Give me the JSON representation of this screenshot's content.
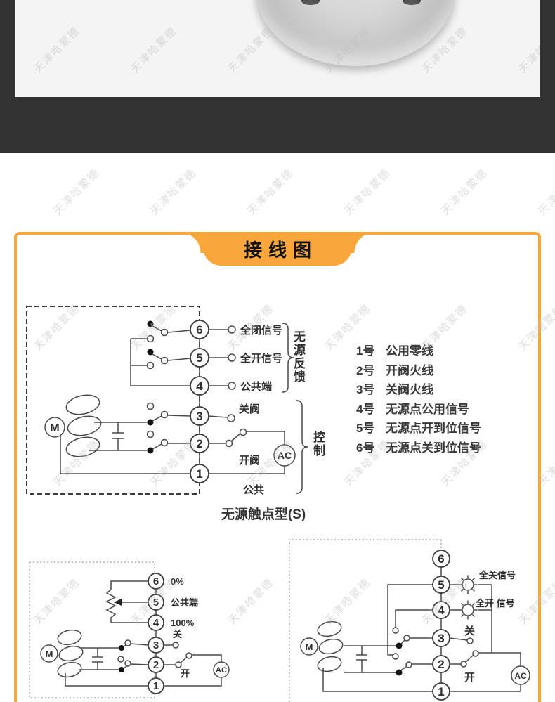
{
  "watermark": {
    "text": "天津哈蒙德"
  },
  "header": {
    "title": "接线图"
  },
  "colors": {
    "accent_orange": "#F9A63B",
    "dark_band": "#333333",
    "photo_bg": "#f4f4f4"
  },
  "main_diagram": {
    "terminals": [
      "6",
      "5",
      "4",
      "3",
      "2",
      "1"
    ],
    "feedback_labels": [
      "全闭信号",
      "全开信号",
      "公共端"
    ],
    "close_label": "关阀",
    "open_label": "开阀",
    "common_label": "公共",
    "brace_feedback": "无源反馈",
    "brace_control": "控制",
    "motor_label": "M",
    "ac_label": "AC",
    "caption": "无源触点型(S)"
  },
  "terminal_notes": {
    "items": [
      {
        "num": "1号",
        "desc": "公用零线"
      },
      {
        "num": "2号",
        "desc": "开阀火线"
      },
      {
        "num": "3号",
        "desc": "关阀火线"
      },
      {
        "num": "4号",
        "desc": "无源点公用信号"
      },
      {
        "num": "5号",
        "desc": "无源点开到位信号"
      },
      {
        "num": "6号",
        "desc": "无源点关到位信号"
      }
    ]
  },
  "diagram_pot": {
    "terminals": [
      "6",
      "5",
      "4",
      "3",
      "2",
      "1"
    ],
    "zero_label": "0%",
    "common_label": "公共端",
    "hundred_label": "100%",
    "close_label": "关",
    "open_label": "开",
    "motor_label": "M",
    "ac_label": "AC"
  },
  "diagram_lamp": {
    "terminals": [
      "6",
      "5",
      "4",
      "3",
      "2",
      "1"
    ],
    "full_close_label": "全关信号",
    "full_open_label": "全开 信号",
    "close_label": "关",
    "open_label": "开",
    "motor_label": "M",
    "ac_label": "AC"
  }
}
